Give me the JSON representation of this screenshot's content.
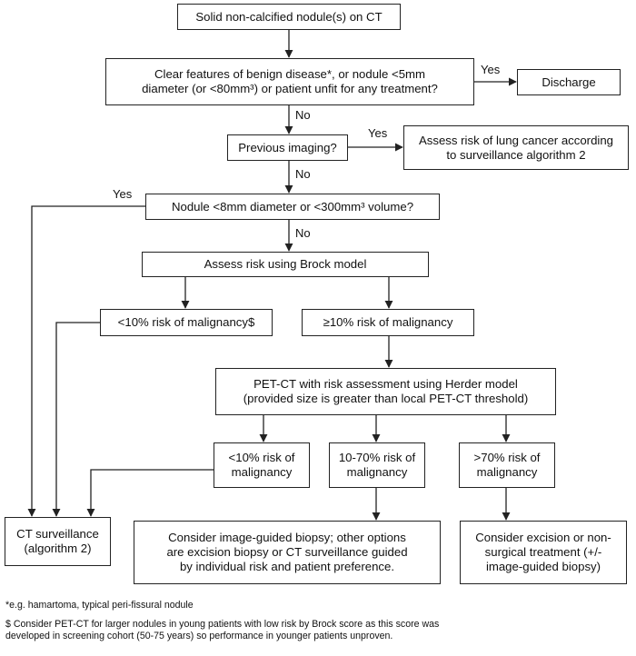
{
  "nodes": {
    "start": "Solid non-calcified nodule(s) on CT",
    "benign": "Clear features of benign disease*, or nodule <5mm\ndiameter (or <80mm³) or patient unfit for any treatment?",
    "discharge": "Discharge",
    "prev_imaging": "Previous imaging?",
    "assess_surv": "Assess risk of lung cancer according\nto surveillance algorithm 2",
    "size_check": "Nodule <8mm diameter or <300mm³ volume?",
    "brock": "Assess risk using Brock model",
    "low_brock": "<10% risk of malignancy$",
    "high_brock": "≥10% risk of malignancy",
    "pet": "PET-CT with risk assessment using Herder model\n(provided size is greater than local PET-CT threshold)",
    "herder_low": "<10% risk of\nmalignancy",
    "herder_mid": "10-70% risk of\nmalignancy",
    "herder_high": ">70% risk of\nmalignancy",
    "ct_surv": "CT surveillance\n(algorithm 2)",
    "biopsy": "Consider image-guided biopsy; other options\nare excision biopsy or CT surveillance guided\nby individual risk and patient preference.",
    "excision": "Consider excision or non-\nsurgical treatment (+/-\nimage-guided biopsy)"
  },
  "edge_labels": {
    "yes_discharge": "Yes",
    "no_prev": "No",
    "yes_assess": "Yes",
    "no_size": "No",
    "yes_ct": "Yes",
    "no_brock": "No"
  },
  "footnotes": {
    "star": "*e.g. hamartoma, typical peri-fissural nodule",
    "dollar_line1": "$ Consider PET-CT for larger nodules in young patients with low risk by Brock score as this score was",
    "dollar_line2": "developed in screening cohort (50-75 years) so performance in younger patients unproven."
  }
}
